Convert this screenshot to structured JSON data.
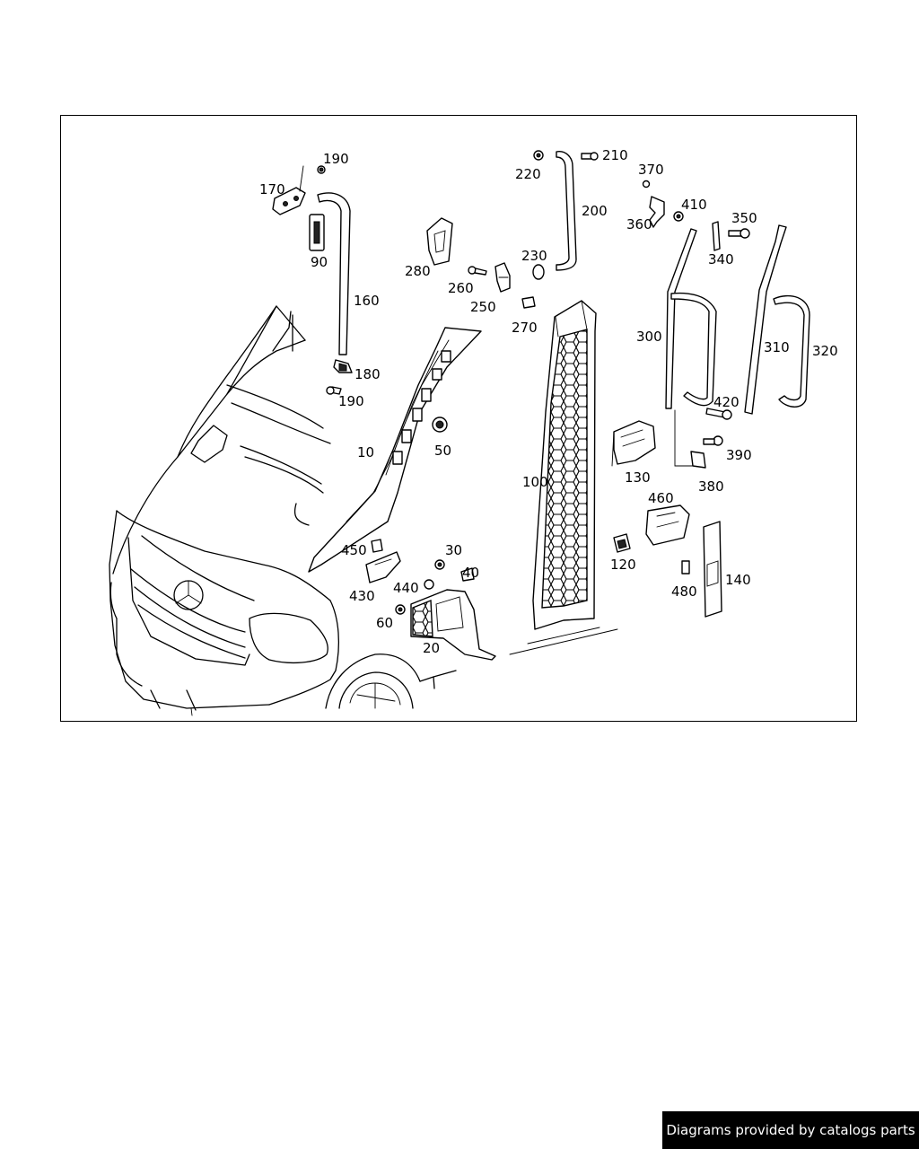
{
  "diagram": {
    "callouts": [
      "10",
      "20",
      "30",
      "40",
      "50",
      "60",
      "90",
      "100",
      "120",
      "130",
      "140",
      "160",
      "170",
      "180",
      "190",
      "190",
      "200",
      "210",
      "220",
      "230",
      "250",
      "260",
      "270",
      "280",
      "300",
      "310",
      "320",
      "340",
      "350",
      "360",
      "370",
      "380",
      "390",
      "410",
      "420",
      "430",
      "440",
      "450",
      "460",
      "480"
    ]
  },
  "watermark": {
    "text": "Diagrams provided by catalogs parts"
  }
}
